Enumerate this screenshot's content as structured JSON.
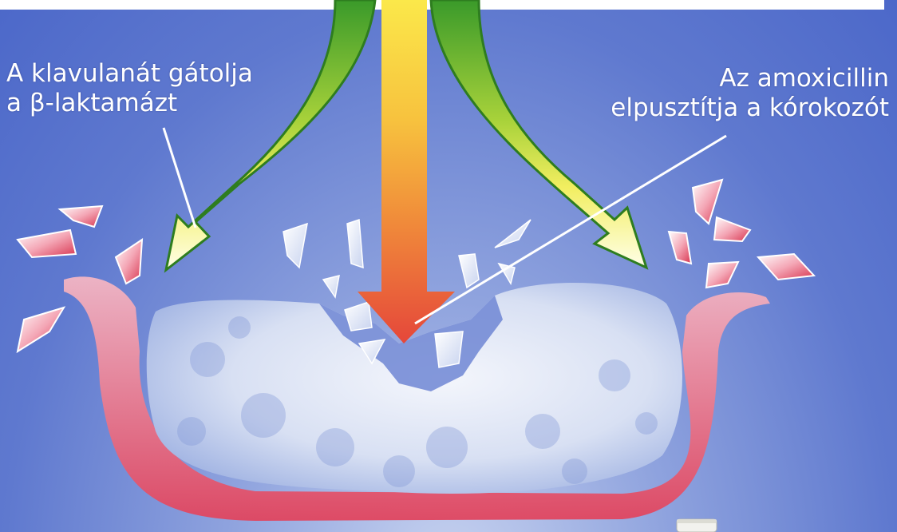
{
  "labels": {
    "clavulanate_line1": "A klavulanát gátolja",
    "clavulanate_line2": "a β-laktamázt",
    "amoxicillin_line1": "Az amoxicillin",
    "amoxicillin_line2": "elpusztítja a kórokozót"
  },
  "colors": {
    "background": "#5f79cf",
    "cell_wall": "#e0455f",
    "green_arrow": "#3f9a2a",
    "yellow": "#f2e64a",
    "red_arrow": "#e4463a",
    "cytoplasm": "#dfe6f6"
  }
}
